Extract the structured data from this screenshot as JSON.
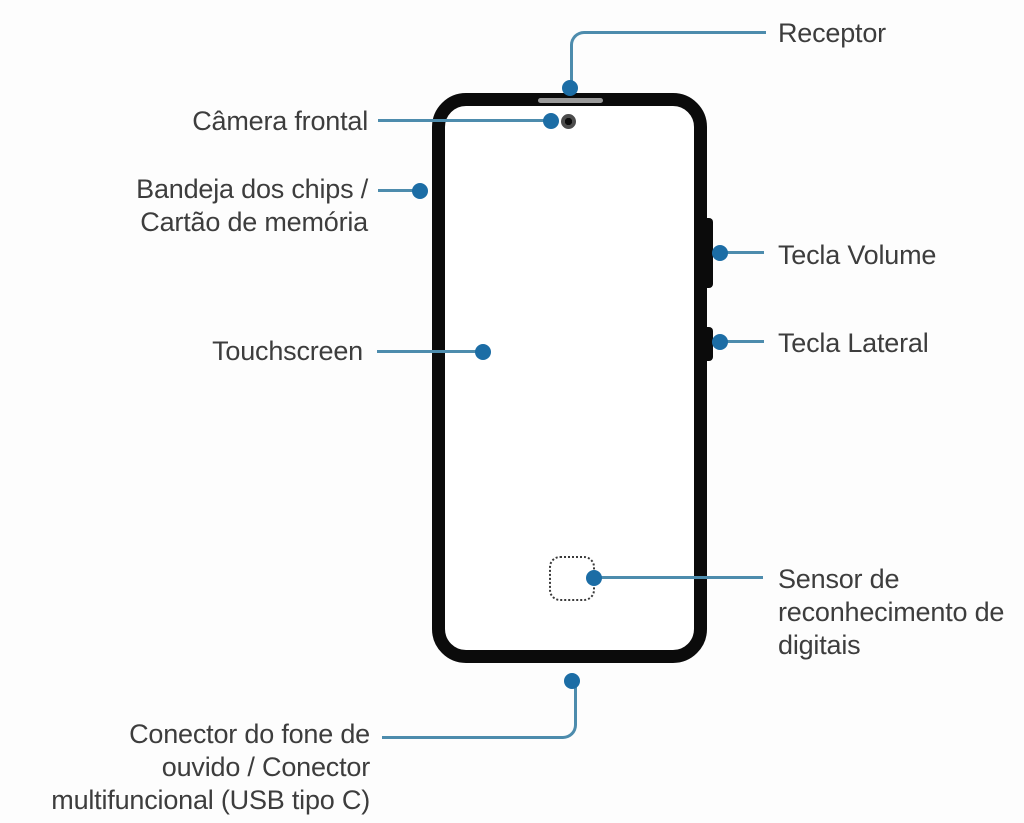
{
  "theme": {
    "background": "#fdfdfd",
    "line_color": "#4d8cad",
    "dot_color": "#1c6da5",
    "frame_color": "#0b0b0b",
    "text_color": "#3d3d3d",
    "speaker_color": "#9a9a9a",
    "sensor_border_color": "#3a3a3a"
  },
  "diagram": {
    "device": "smartphone-front-view",
    "callouts": {
      "receptor": {
        "label": "Receptor"
      },
      "camera": {
        "label": "Câmera frontal"
      },
      "tray": {
        "label": "Bandeja dos chips /\nCartão de memória"
      },
      "touchscreen": {
        "label": "Touchscreen"
      },
      "volume": {
        "label": "Tecla Volume"
      },
      "side_key": {
        "label": "Tecla Lateral"
      },
      "fingerprint": {
        "label": "Sensor de\nreconhecimento de\ndigitais"
      },
      "connector": {
        "label": "Conector do fone de\nouvido / Conector\nmultifuncional (USB tipo C)"
      }
    }
  }
}
